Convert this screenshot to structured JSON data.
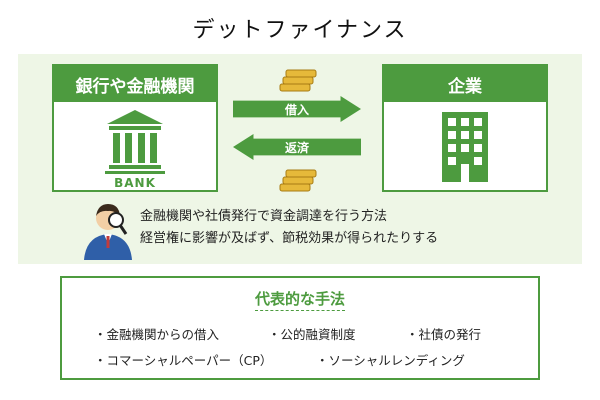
{
  "title": "デットファイナンス",
  "bank_box": {
    "header": "銀行や金融機関",
    "icon_word": "BANK"
  },
  "corp_box": {
    "header": "企業"
  },
  "arrows": {
    "borrow": "借入",
    "repay": "返済"
  },
  "caption": {
    "line1": "金融機関や社債発行で資金調達を行う方法",
    "line2": "経営権に影響が及ばず、節税効果が得られたりする"
  },
  "methods": {
    "title": "代表的な手法",
    "items": [
      "・金融機関からの借入",
      "・公的融資制度",
      "・社債の発行",
      "・コマーシャルペーパー（CP）",
      "・ソーシャルレンディング"
    ]
  },
  "colors": {
    "accent": "#4d9b3f",
    "panel": "#eef6e6",
    "coin": "#e6b93a"
  }
}
